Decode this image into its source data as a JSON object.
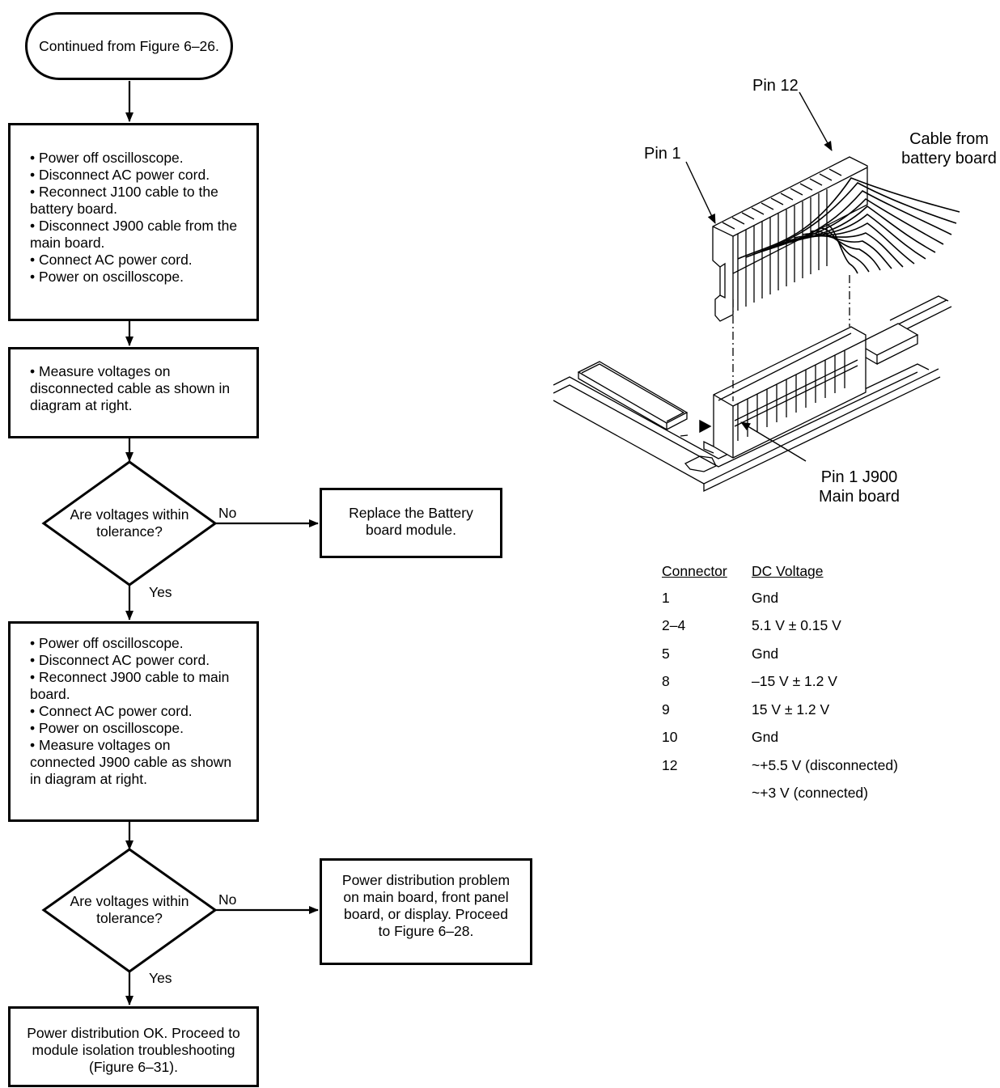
{
  "flowchart": {
    "start": "Continued from Figure 6–26.",
    "step1": [
      "• Power off oscilloscope.",
      "• Disconnect AC power cord.",
      "• Reconnect J100 cable to the",
      "battery board.",
      "• Disconnect J900 cable from the",
      "main board.",
      "• Connect AC power cord.",
      "• Power on oscilloscope."
    ],
    "step2": [
      "• Measure voltages on",
      "disconnected cable as shown in",
      "diagram at right."
    ],
    "decision1": [
      "Are voltages within",
      "tolerance?"
    ],
    "decision1_no": "No",
    "decision1_yes": "Yes",
    "replace_box": [
      "Replace the Battery",
      "board module."
    ],
    "step3": [
      "• Power off oscilloscope.",
      "• Disconnect AC power cord.",
      "• Reconnect J900 cable to main",
      "board.",
      "• Connect AC power cord.",
      "• Power on oscilloscope.",
      "• Measure voltages on",
      "connected J900 cable as shown",
      "in diagram at right."
    ],
    "decision2": [
      "Are voltages within",
      "tolerance?"
    ],
    "decision2_no": "No",
    "decision2_yes": "Yes",
    "problem_box": [
      "Power distribution problem",
      "on main board, front panel",
      "board, or display. Proceed",
      "to Figure 6–28."
    ],
    "end_box": [
      "Power distribution OK. Proceed to",
      "module isolation troubleshooting",
      "(Figure 6–31)."
    ]
  },
  "connector_diagram": {
    "pin12_label": "Pin 12",
    "pin1_label": "Pin 1",
    "cable_label": [
      "Cable from",
      "battery board"
    ],
    "j900_label": [
      "Pin 1 J900",
      "Main board"
    ]
  },
  "voltage_table": {
    "headers": [
      "Connector",
      "DC Voltage"
    ],
    "rows": [
      [
        "1",
        "Gnd"
      ],
      [
        "2–4",
        "5.1 V  ± 0.15 V"
      ],
      [
        "5",
        "Gnd"
      ],
      [
        "8",
        "–15 V  ± 1.2 V"
      ],
      [
        "9",
        "15 V  ± 1.2 V"
      ],
      [
        "10",
        "Gnd"
      ],
      [
        "12",
        "~+5.5 V (disconnected)"
      ],
      [
        "",
        "~+3 V (connected)"
      ]
    ]
  }
}
